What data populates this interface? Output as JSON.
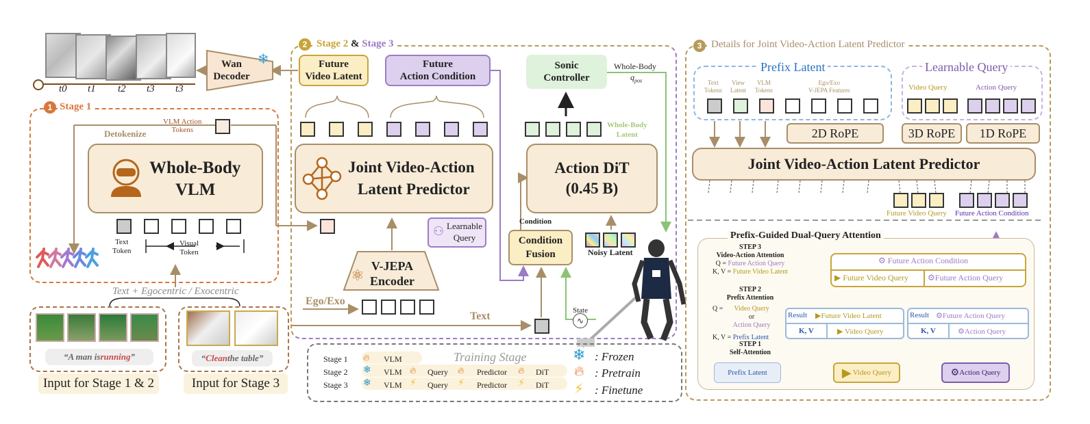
{
  "time_labels": [
    "t0",
    "t1",
    "t2",
    "t3",
    "t3"
  ],
  "wan_decoder": "Wan\nDecoder",
  "stage1": {
    "num": "1",
    "title": "Stage 1",
    "vlm_title_1": "Whole-Body",
    "vlm_title_2": "VLM",
    "detokenize": "Detokenize",
    "vlm_action_tokens_1": "VLM Action",
    "vlm_action_tokens_2": "Tokens",
    "text_token_1": "Text",
    "text_token_2": "Token",
    "visual_token_1": "Visual",
    "visual_token_2": "Token"
  },
  "inputs": {
    "modality_caption": "Text + Egocentric / Exocentric",
    "caption_stage12_pre": "“A man is ",
    "caption_stage12_hl": "running",
    "caption_stage12_post": "”",
    "caption_stage3_pre": "“",
    "caption_stage3_hl": "Clean",
    "caption_stage3_post": " the table”",
    "label_stage12": "Input for Stage 1 & 2",
    "label_stage3": "Input for Stage 3"
  },
  "stage23": {
    "num": "2",
    "title_a": "Stage 2",
    "title_amp": " & ",
    "title_b": "Stage 3",
    "future_video_latent_1": "Future",
    "future_video_latent_2": "Video Latent",
    "future_action_condition_1": "Future",
    "future_action_condition_2": "Action Condition",
    "predictor_1": "Joint Video-Action",
    "predictor_2": "Latent Predictor",
    "learnable_query_1": "Learnable",
    "learnable_query_2": "Query",
    "vjepa_1": "V-JEPA",
    "vjepa_2": "Encoder",
    "ego_exo": "Ego/Exo",
    "text": "Text",
    "sonic_1": "Sonic",
    "sonic_2": "Controller",
    "whole_body": "Whole-Body",
    "q_pos": "q",
    "q_sub": "pos",
    "wb_latent_1": "Whole-Body",
    "wb_latent_2": "Latent",
    "dit_1": "Action DiT",
    "dit_2": "(0.45 B)",
    "condition": "Condition",
    "cond_fusion_1": "Condition",
    "cond_fusion_2": "Fusion",
    "noisy_latent": "Noisy Latent",
    "state": "State"
  },
  "legend": {
    "title": "Training Stage",
    "rows": [
      {
        "stage": "Stage 1",
        "items": [
          "VLM"
        ]
      },
      {
        "stage": "Stage 2",
        "items": [
          "VLM",
          "Query",
          "Predictor",
          "DiT"
        ]
      },
      {
        "stage": "Stage 3",
        "items": [
          "VLM",
          "Query",
          "Predictor",
          "DiT"
        ]
      }
    ],
    "frozen": ": Frozen",
    "pretrain": ": Pretrain",
    "finetune": ": Finetune"
  },
  "details": {
    "num": "3",
    "title": "Details for Joint Video-Action Latent Predictor",
    "prefix_latent": "Prefix Latent",
    "learnable_query": "Learnable Query",
    "text_tokens_1": "Text",
    "text_tokens_2": "Tokens",
    "view_latent_1": "View",
    "view_latent_2": "Latent",
    "vlm_tokens_1": "VLM",
    "vlm_tokens_2": "Tokens",
    "ego_exo_1": "Ego/Exo",
    "ego_exo_2": "V-JEPA Features",
    "video_query": "Video Query",
    "action_query": "Action Query",
    "rope_2d": "2D RoPE",
    "rope_3d": "3D RoPE",
    "rope_1d": "1D RoPE",
    "predictor": "Joint Video-Action Latent Predictor",
    "out_future_video_query": "Future Video Query",
    "out_future_action_condition": "Future Action Condition"
  },
  "attention": {
    "title": "Prefix-Guided Dual-Query Attention",
    "step3_title": "STEP 3",
    "step3_sub": "Video-Action Attention",
    "step3_q_pre": "Q = ",
    "step3_q": "Future Action Query",
    "step3_kv_pre": "K, V = ",
    "step3_kv": "Future Video Latent",
    "step2_title": "STEP 2",
    "step2_sub": "Prefix Attention",
    "step2_q_pre": "Q = ",
    "step2_q1": "Video Query",
    "step2_or": "or",
    "step2_q2": "Action Query",
    "step1_kv_pre": "K, V = ",
    "step1_kv": "Prefix Latent",
    "step1_title": "STEP 1",
    "step1_sub": "Self-Attention",
    "future_action_condition": "Future Action Condition",
    "future_video_query": "Future Video Query",
    "future_action_query": "Future Action Query",
    "result": "Result",
    "future_video_latent": "Future Video Latent",
    "future_action_query_b": "Future Action Query",
    "kv": "K, V",
    "video_query": "Video Query",
    "action_query": "Action Query",
    "prefix_latent": "Prefix Latent",
    "video_query_b": "Video Query",
    "action_query_b": "Action Query"
  },
  "colors": {
    "stage1": "#d9773a",
    "stage2": "#b79a5a",
    "stage3": "#9b7bc4",
    "cream": "#f8ecd9",
    "cream_border": "#a88e68",
    "yellow": "#fbeec4",
    "yellow_border": "#c8a43a",
    "purple_fill": "#ddd0ee",
    "purple_border": "#7f5aab",
    "green_fill": "#dff2dc",
    "blue": "#4e90d6"
  }
}
